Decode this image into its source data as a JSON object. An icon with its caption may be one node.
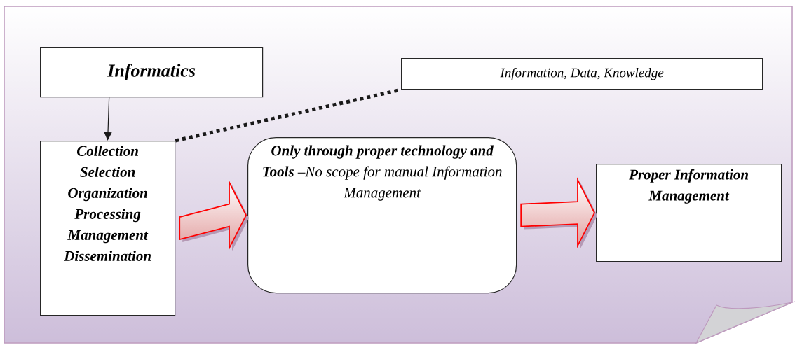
{
  "diagram": {
    "nodes": [
      {
        "text": [
          "Informatics"
        ]
      },
      {
        "text": [
          "Information, Data, Knowledge"
        ]
      },
      {
        "text": [
          "Collection Selection Organization Processing Management Dissemination"
        ]
      },
      {
        "text": [
          "**Only through proper technology and Tools** –No scope for manual Information Management"
        ]
      },
      {
        "text": [
          "Proper Information Management"
        ]
      }
    ],
    "edges": [
      {
        "from": 0,
        "to": 2,
        "arrow": "to"
      },
      {
        "from": 2,
        "to": 1,
        "arrow": "none",
        "style": "dashed"
      },
      {
        "from": 2,
        "to": 3,
        "arrow": "to",
        "style": "thick",
        "color": "#ff0000"
      },
      {
        "from": 3,
        "to": 4,
        "arrow": "to",
        "style": "thick",
        "color": "#ff0000"
      }
    ]
  }
}
